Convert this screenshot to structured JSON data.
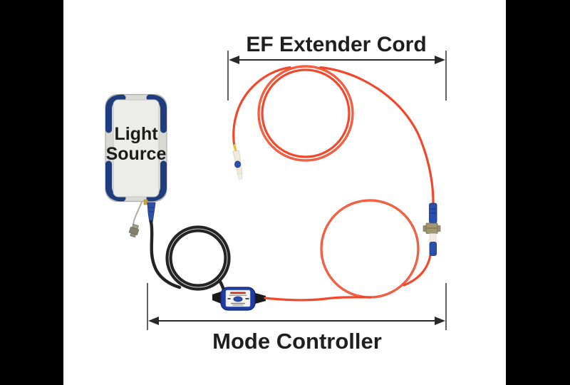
{
  "labels": {
    "top_annotation": "EF Extender Cord",
    "bottom_annotation": "Mode Controller",
    "light_source_line1": "Light",
    "light_source_line2": "Source"
  },
  "scene": {
    "description_items": [
      "light-source-instrument",
      "black-fiber-mode-controller-coil",
      "inline-mode-controller-unit",
      "orange-ef-extender-cord-coils",
      "lc-connector",
      "fc-mating-adapter"
    ]
  },
  "colors": {
    "background": "#ffffff",
    "letterbox": "#000000",
    "annotation_ink": "#2a2a2a",
    "fiber_orange": "#f1482b",
    "cable_black": "#242424",
    "device_body_blue": "#1f3da8",
    "corner_accent_blue": "#1e3c7e",
    "connector_blue": "#2a50ae",
    "instrument_gray": "#d9d9d5",
    "metal_bronze": "#9b9172",
    "latch_yellow": "#e8c33a"
  }
}
